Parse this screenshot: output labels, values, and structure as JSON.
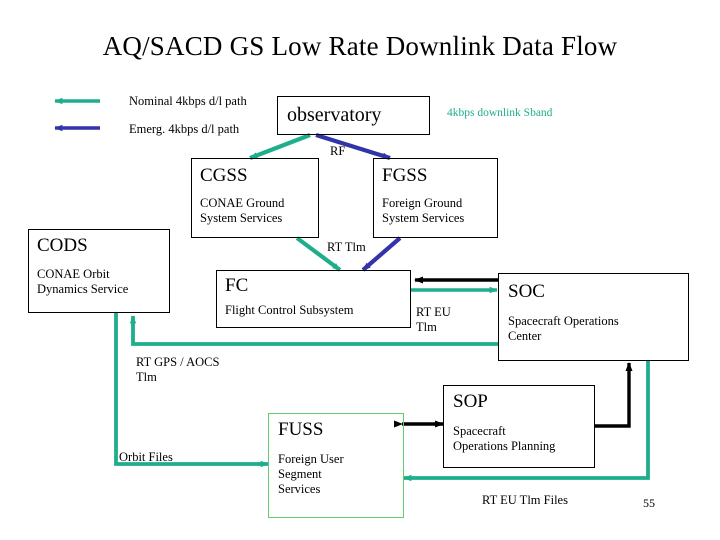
{
  "slide": {
    "title": "AQ/SACD GS Low Rate Downlink Data Flow",
    "page_number": "55"
  },
  "colors": {
    "nominal_path": "#1fae8c",
    "emergency_path": "#3333aa",
    "command_path": "#000000",
    "fuss_border": "#66cc66",
    "box_border": "#000000",
    "sband_text": "#1fae8c"
  },
  "legend": [
    {
      "id": "nominal",
      "label": "Nominal 4kbps d/l path",
      "color": "#1fae8c"
    },
    {
      "id": "emergency",
      "label": "Emerg. 4kbps d/l path",
      "color": "#3333aa"
    }
  ],
  "nodes": {
    "observatory": {
      "title": "observatory",
      "subtitle": ""
    },
    "cgss": {
      "title": "CGSS",
      "subtitle": "CONAE Ground\nSystem Services"
    },
    "fgss": {
      "title": "FGSS",
      "subtitle": "Foreign Ground\nSystem Services"
    },
    "cods": {
      "title": "CODS",
      "subtitle": "CONAE Orbit\nDynamics Service"
    },
    "fc": {
      "title": "FC",
      "subtitle": "Flight Control Subsystem"
    },
    "soc": {
      "title": "SOC",
      "subtitle": "Spacecraft Operations\nCenter"
    },
    "sop": {
      "title": "SOP",
      "subtitle": "Spacecraft\nOperations Planning"
    },
    "fuss": {
      "title": "FUSS",
      "subtitle": "Foreign User\nSegment\nServices"
    }
  },
  "edge_labels": {
    "sband": "4kbps downlink Sband",
    "rf": "RF",
    "rt_tlm": "RT Tlm",
    "rt_eu_tlm": "RT EU\nTlm",
    "rt_gps_aocs": "RT GPS / AOCS\nTlm",
    "orbit_files": "Orbit Files",
    "rt_eu_tlm_files": "RT EU Tlm Files"
  }
}
